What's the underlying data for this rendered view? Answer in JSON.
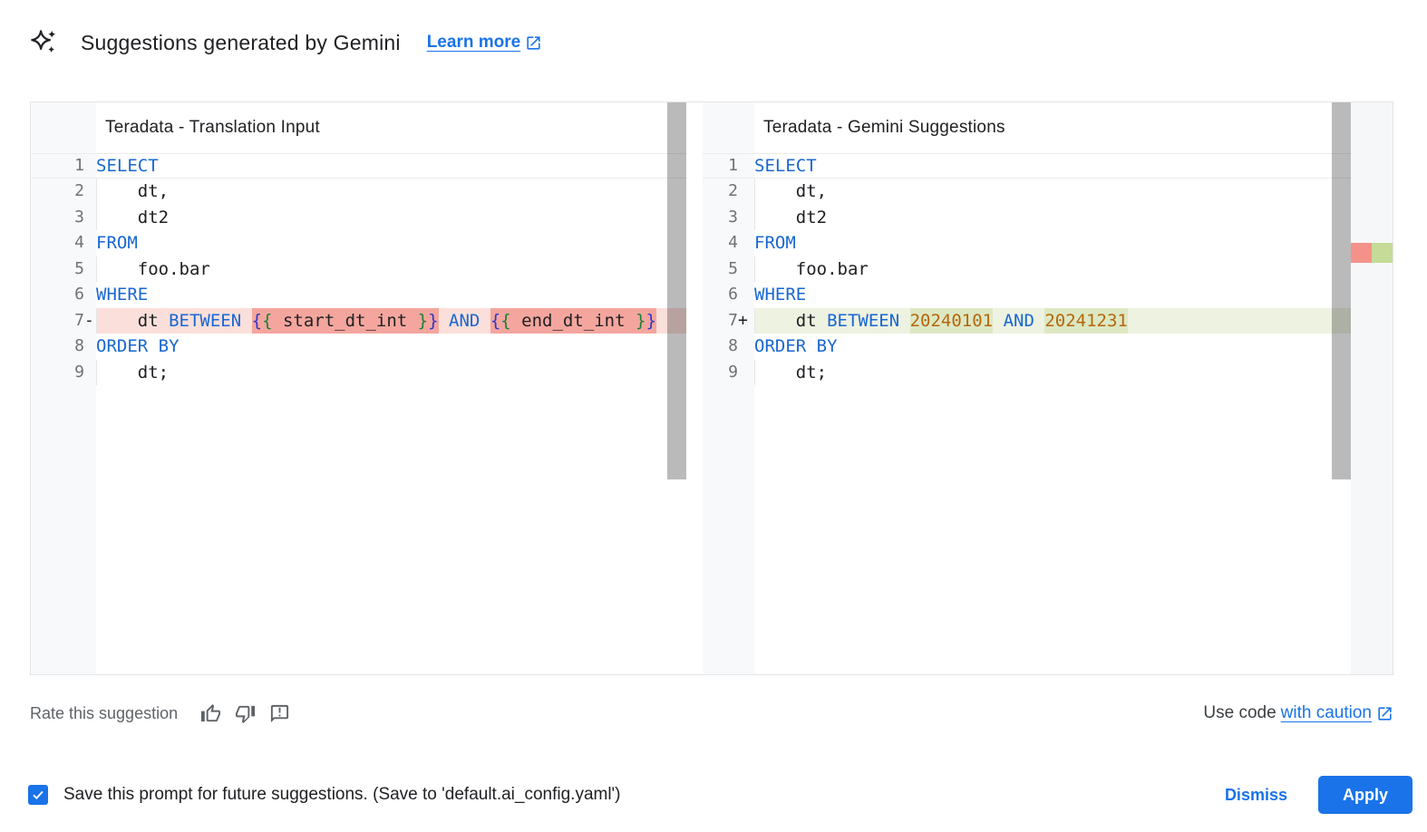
{
  "header": {
    "icon": "gemini-sparkle-icon",
    "title": "Suggestions generated by Gemini",
    "learn_more_label": "Learn more",
    "learn_more_icon": "open-in-new-icon"
  },
  "panels": [
    {
      "title": "Teradata - Translation Input",
      "lines": [
        {
          "n": 1,
          "active": true,
          "tokens": [
            {
              "t": "SELECT",
              "c": "kw"
            }
          ]
        },
        {
          "n": 2,
          "guide": true,
          "tokens": [
            {
              "t": "    dt,",
              "c": "pl"
            }
          ]
        },
        {
          "n": 3,
          "guide": true,
          "tokens": [
            {
              "t": "    dt2",
              "c": "pl"
            }
          ]
        },
        {
          "n": 4,
          "tokens": [
            {
              "t": "FROM",
              "c": "kw"
            }
          ]
        },
        {
          "n": 5,
          "guide": true,
          "tokens": [
            {
              "t": "    foo.bar",
              "c": "pl"
            }
          ]
        },
        {
          "n": 6,
          "tokens": [
            {
              "t": "WHERE",
              "c": "kw"
            }
          ]
        },
        {
          "n": 7,
          "guide": true,
          "type": "removed",
          "marker": "-",
          "tokens": [
            {
              "t": "    dt ",
              "c": "pl"
            },
            {
              "t": "BETWEEN",
              "c": "kw"
            },
            {
              "t": " ",
              "c": "pl"
            },
            {
              "t": "{",
              "c": "bo",
              "hl": true
            },
            {
              "t": "{",
              "c": "bg",
              "hl": true
            },
            {
              "t": " start_dt_int ",
              "c": "pl",
              "hl": true
            },
            {
              "t": "}",
              "c": "bg",
              "hl": true
            },
            {
              "t": "}",
              "c": "bo",
              "hl": true
            },
            {
              "t": " ",
              "c": "pl"
            },
            {
              "t": "AND",
              "c": "kw"
            },
            {
              "t": " ",
              "c": "pl"
            },
            {
              "t": "{",
              "c": "bo",
              "hl": true
            },
            {
              "t": "{",
              "c": "bg",
              "hl": true
            },
            {
              "t": " end_dt_int ",
              "c": "pl",
              "hl": true
            },
            {
              "t": "}",
              "c": "bg",
              "hl": true
            },
            {
              "t": "}",
              "c": "bo",
              "hl": true
            }
          ]
        },
        {
          "n": 8,
          "tokens": [
            {
              "t": "ORDER BY",
              "c": "kw"
            }
          ]
        },
        {
          "n": 9,
          "guide": true,
          "tokens": [
            {
              "t": "    dt;",
              "c": "pl"
            }
          ]
        }
      ]
    },
    {
      "title": "Teradata - Gemini Suggestions",
      "has_overview_ruler": true,
      "lines": [
        {
          "n": 1,
          "active": true,
          "tokens": [
            {
              "t": "SELECT",
              "c": "kw"
            }
          ]
        },
        {
          "n": 2,
          "guide": true,
          "tokens": [
            {
              "t": "    dt,",
              "c": "pl"
            }
          ]
        },
        {
          "n": 3,
          "guide": true,
          "tokens": [
            {
              "t": "    dt2",
              "c": "pl"
            }
          ]
        },
        {
          "n": 4,
          "tokens": [
            {
              "t": "FROM",
              "c": "kw"
            }
          ]
        },
        {
          "n": 5,
          "guide": true,
          "tokens": [
            {
              "t": "    foo.bar",
              "c": "pl"
            }
          ]
        },
        {
          "n": 6,
          "tokens": [
            {
              "t": "WHERE",
              "c": "kw"
            }
          ]
        },
        {
          "n": 7,
          "guide": true,
          "type": "added",
          "marker": "+",
          "tokens": [
            {
              "t": "    dt ",
              "c": "pl"
            },
            {
              "t": "BETWEEN",
              "c": "kw"
            },
            {
              "t": " ",
              "c": "pl"
            },
            {
              "t": "20240101",
              "c": "num",
              "hl": true
            },
            {
              "t": " ",
              "c": "pl"
            },
            {
              "t": "AND",
              "c": "kw"
            },
            {
              "t": " ",
              "c": "pl"
            },
            {
              "t": "20241231",
              "c": "num",
              "hl": true
            }
          ]
        },
        {
          "n": 8,
          "tokens": [
            {
              "t": "ORDER BY",
              "c": "kw"
            }
          ]
        },
        {
          "n": 9,
          "guide": true,
          "tokens": [
            {
              "t": "    dt;",
              "c": "pl"
            }
          ]
        }
      ]
    }
  ],
  "footer": {
    "rate_label": "Rate this suggestion",
    "rate_icons": [
      "thumb-up-icon",
      "thumb-down-icon",
      "feedback-icon"
    ],
    "use_code_prefix": "Use code",
    "use_code_link": "with caution",
    "use_code_icon": "open-in-new-icon"
  },
  "bottom_bar": {
    "checkbox_checked": true,
    "save_label": "Save this prompt for future suggestions. (Save to 'default.ai_config.yaml')",
    "dismiss_label": "Dismiss",
    "apply_label": "Apply"
  },
  "colors": {
    "accent_blue": "#1a73e8",
    "keyword": "#1967d2",
    "plain_text": "#202124",
    "number": "#b4670e",
    "brace_outer": "#3232cd",
    "brace_inner": "#188038",
    "removed_line_bg": "#fbdfda",
    "removed_span_bg": "#f4a69e",
    "added_line_bg": "#eef2e1",
    "added_span_bg": "#dde8c3",
    "ruler_removed": "#f4928a",
    "ruler_added": "#c5db97",
    "gutter_bg": "#f8f9fa",
    "gutter_text": "#6e7277",
    "muted_text": "#5f6368"
  }
}
